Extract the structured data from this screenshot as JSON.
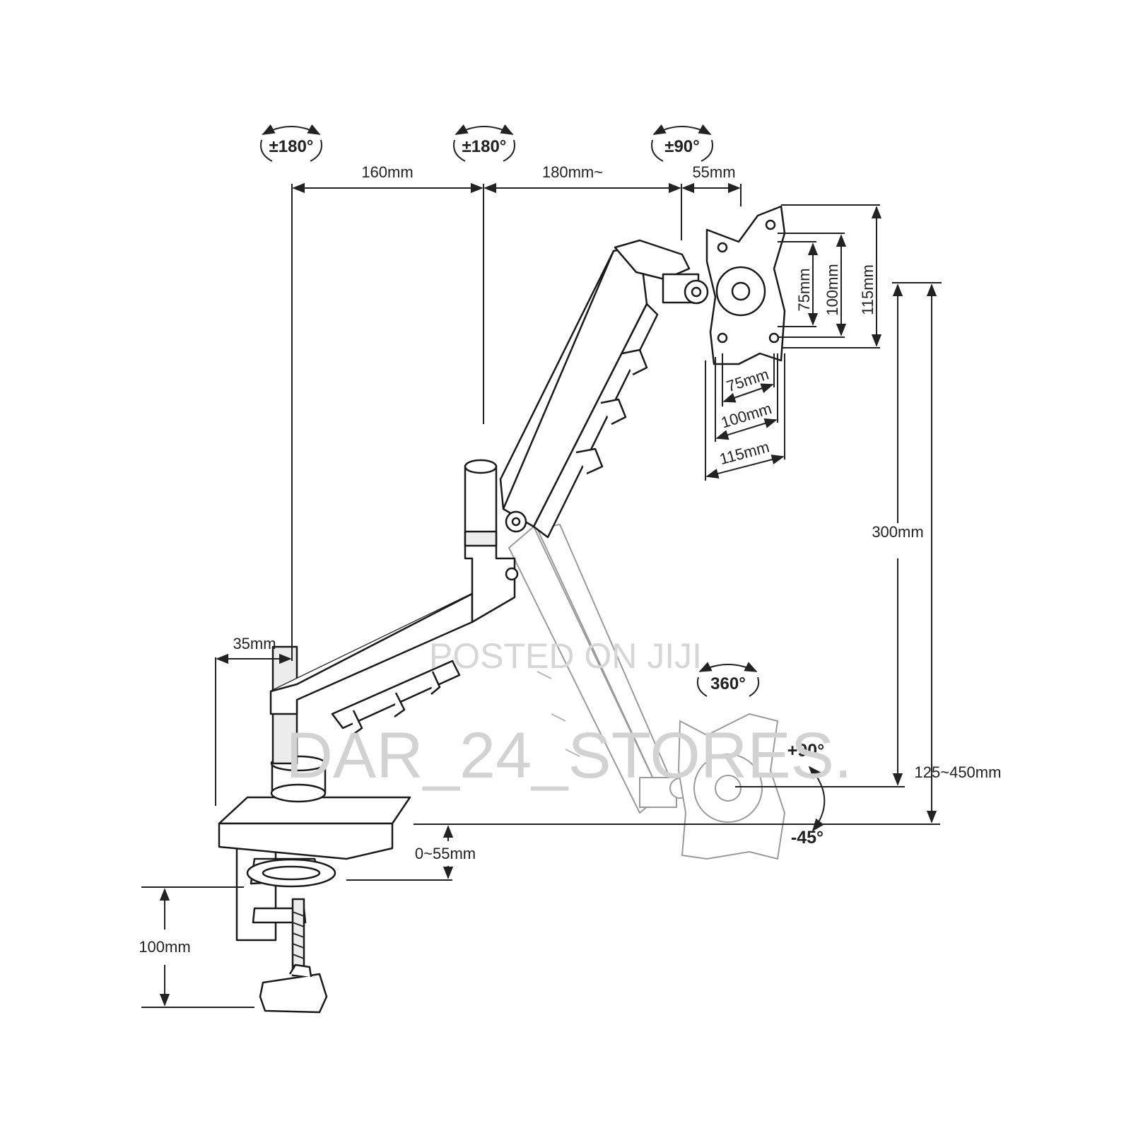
{
  "rotations": {
    "base_pivot": "±180°",
    "elbow_pivot": "±180°",
    "head_pivot": "±90°",
    "swivel": "360°"
  },
  "tilt": {
    "up": "+90°",
    "down": "-45°"
  },
  "dimensions": {
    "lower_arm_length": "160mm",
    "upper_arm_length": "180mm~",
    "head_offset": "55mm",
    "base_offset": "35mm",
    "vesa_inner_h": "75mm",
    "vesa_mid_h": "100mm",
    "vesa_outer_h": "115mm",
    "vesa_inner_w": "75mm",
    "vesa_mid_w": "100mm",
    "vesa_outer_w": "115mm",
    "height_range": "300mm",
    "total_height": "125~450mm",
    "desk_thickness": "0~55mm",
    "clamp_depth": "100mm"
  },
  "watermark": {
    "line1": "POSTED ON JIJI",
    "line2": "DAR_24_STORES."
  },
  "colors": {
    "line": "#222222",
    "watermark": "#d2d2d2"
  }
}
